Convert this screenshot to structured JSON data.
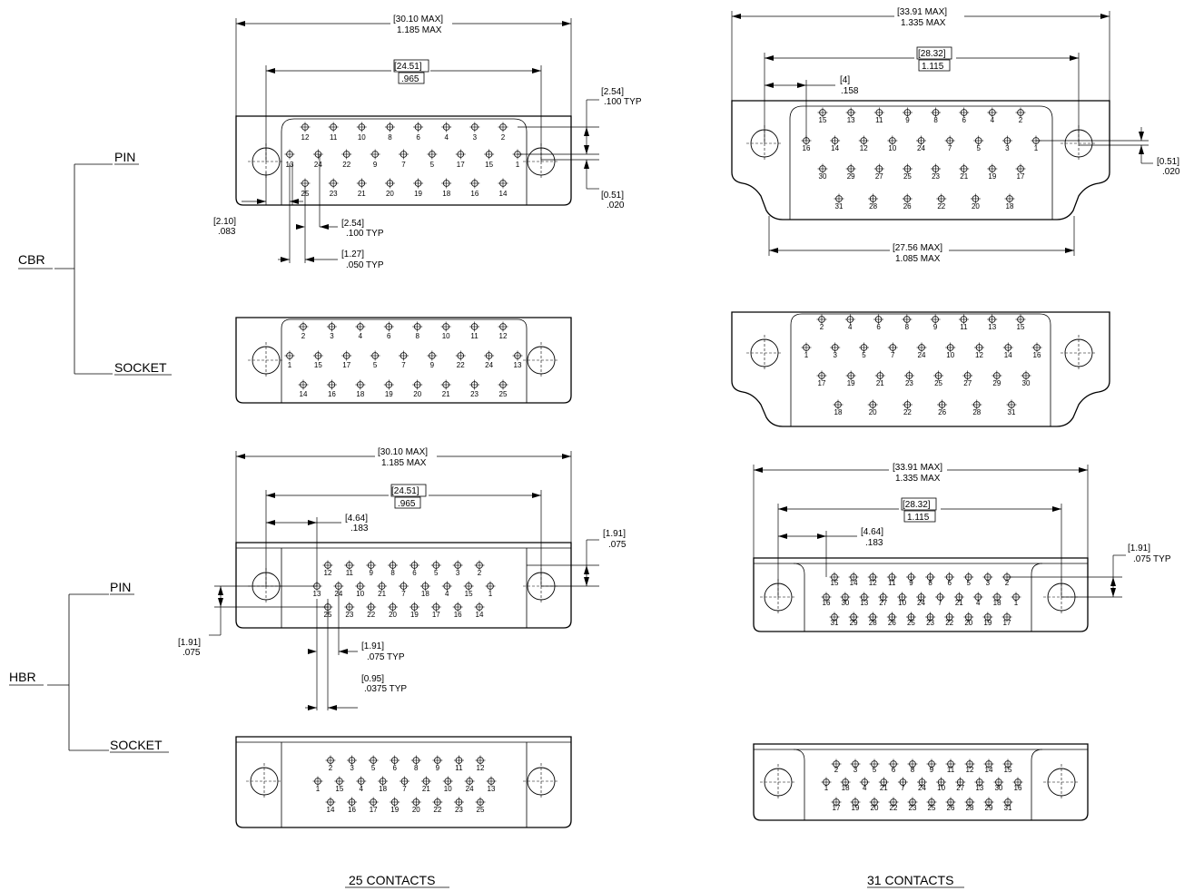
{
  "labels": {
    "cbr": "CBR",
    "hbr": "HBR",
    "pin": "PIN",
    "socket": "SOCKET",
    "contacts_25": "25 CONTACTS",
    "contacts_31": "31 CONTACTS"
  },
  "dims": {
    "d30_10": "[30.10 MAX]",
    "d1_185": "1.185 MAX",
    "d24_51": "[24.51]",
    "d_965": ".965",
    "d2_54": "[2.54]",
    "d_100typ": ".100  TYP",
    "d0_51": "[0.51]",
    "d_020": ".020",
    "d2_10": "[2.10]",
    "d_083": ".083",
    "d1_27": "[1.27]",
    "d_050typ": ".050  TYP",
    "d33_91": "[33.91 MAX]",
    "d1_335": "1.335 MAX",
    "d28_32": "[28.32]",
    "d1_115": "1.115",
    "d4": "[4]",
    "d_158": ".158",
    "d27_56": "[27.56 MAX]",
    "d1_085": "1.085 MAX",
    "d4_64": "[4.64]",
    "d_183": ".183",
    "d1_91": "[1.91]",
    "d_075": ".075",
    "d_075typ": ".075  TYP",
    "d0_95": "[0.95]",
    "d_0375typ": ".0375 TYP"
  },
  "pins": {
    "cbr25_pin": [
      [
        "12",
        "11",
        "10",
        "8",
        "6",
        "4",
        "3",
        "2"
      ],
      [
        "13",
        "24",
        "22",
        "9",
        "7",
        "5",
        "17",
        "15",
        "1"
      ],
      [
        "25",
        "23",
        "21",
        "20",
        "19",
        "18",
        "16",
        "14"
      ]
    ],
    "cbr25_socket": [
      [
        "2",
        "3",
        "4",
        "6",
        "8",
        "10",
        "11",
        "12"
      ],
      [
        "1",
        "15",
        "17",
        "5",
        "7",
        "9",
        "22",
        "24",
        "13"
      ],
      [
        "14",
        "16",
        "18",
        "19",
        "20",
        "21",
        "23",
        "25"
      ]
    ],
    "hbr25_pin": [
      [
        "12",
        "11",
        "9",
        "8",
        "6",
        "5",
        "3",
        "2"
      ],
      [
        "13",
        "24",
        "10",
        "21",
        "7",
        "18",
        "4",
        "15",
        "1"
      ],
      [
        "25",
        "23",
        "22",
        "20",
        "19",
        "17",
        "16",
        "14"
      ]
    ],
    "hbr25_socket": [
      [
        "2",
        "3",
        "5",
        "6",
        "8",
        "9",
        "11",
        "12"
      ],
      [
        "1",
        "15",
        "4",
        "18",
        "7",
        "21",
        "10",
        "24",
        "13"
      ],
      [
        "14",
        "16",
        "17",
        "19",
        "20",
        "22",
        "23",
        "25"
      ]
    ],
    "cbr31_pin": [
      [
        "15",
        "13",
        "11",
        "9",
        "8",
        "6",
        "4",
        "2"
      ],
      [
        "16",
        "14",
        "12",
        "10",
        "24",
        "7",
        "5",
        "3",
        "1"
      ],
      [
        "30",
        "29",
        "27",
        "25",
        "23",
        "21",
        "19",
        "17"
      ],
      [
        "31",
        "28",
        "26",
        "22",
        "20",
        "18"
      ]
    ],
    "cbr31_socket": [
      [
        "2",
        "4",
        "6",
        "8",
        "9",
        "11",
        "13",
        "15"
      ],
      [
        "1",
        "3",
        "5",
        "7",
        "24",
        "10",
        "12",
        "14",
        "16"
      ],
      [
        "17",
        "19",
        "21",
        "23",
        "25",
        "27",
        "29",
        "30"
      ],
      [
        "18",
        "20",
        "22",
        "26",
        "28",
        "31"
      ]
    ],
    "hbr31_pin": [
      [
        "15",
        "14",
        "12",
        "11",
        "9",
        "8",
        "6",
        "5",
        "3",
        "2"
      ],
      [
        "16",
        "30",
        "13",
        "27",
        "10",
        "24",
        "7",
        "21",
        "4",
        "18",
        "1"
      ],
      [
        "31",
        "29",
        "28",
        "26",
        "25",
        "23",
        "22",
        "20",
        "19",
        "17"
      ]
    ],
    "hbr31_socket": [
      [
        "2",
        "3",
        "5",
        "6",
        "8",
        "9",
        "11",
        "12",
        "14",
        "15"
      ],
      [
        "1",
        "18",
        "4",
        "21",
        "7",
        "24",
        "10",
        "27",
        "13",
        "30",
        "16"
      ],
      [
        "17",
        "19",
        "20",
        "22",
        "23",
        "25",
        "26",
        "28",
        "29",
        "31"
      ]
    ]
  }
}
